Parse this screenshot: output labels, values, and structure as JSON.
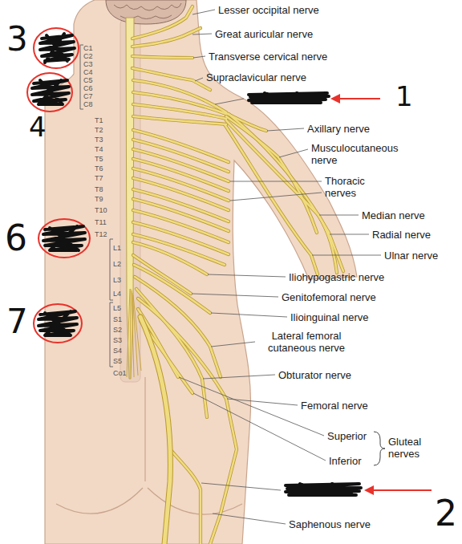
{
  "diagram": {
    "labels": [
      "Lesser occipital nerve",
      "Great auricular nerve",
      "Transverse cervical nerve",
      "Supraclavicular nerve",
      "Axillary nerve",
      "Musculocutaneous nerve",
      "Thoracic nerves",
      "Median nerve",
      "Radial nerve",
      "Ulnar nerve",
      "Iliohypogastric nerve",
      "Genitofemoral nerve",
      "Ilioinguinal nerve",
      "Lateral femoral cutaneous nerve",
      "Obturator nerve",
      "Femoral nerve",
      "Superior",
      "Inferior",
      "Gluteal nerves",
      "Saphenous nerve",
      "C1",
      "C2",
      "C3",
      "C4",
      "C5",
      "C6",
      "C7",
      "C8",
      "T1",
      "T2",
      "T3",
      "T4",
      "T5",
      "T6",
      "T7",
      "T8",
      "T9",
      "T10",
      "T11",
      "T12",
      "L1",
      "L2",
      "L3",
      "L4",
      "L5",
      "S1",
      "S2",
      "S3",
      "S4",
      "S5",
      "Co1",
      "3",
      "4",
      "1",
      "6",
      "7",
      "2"
    ]
  }
}
